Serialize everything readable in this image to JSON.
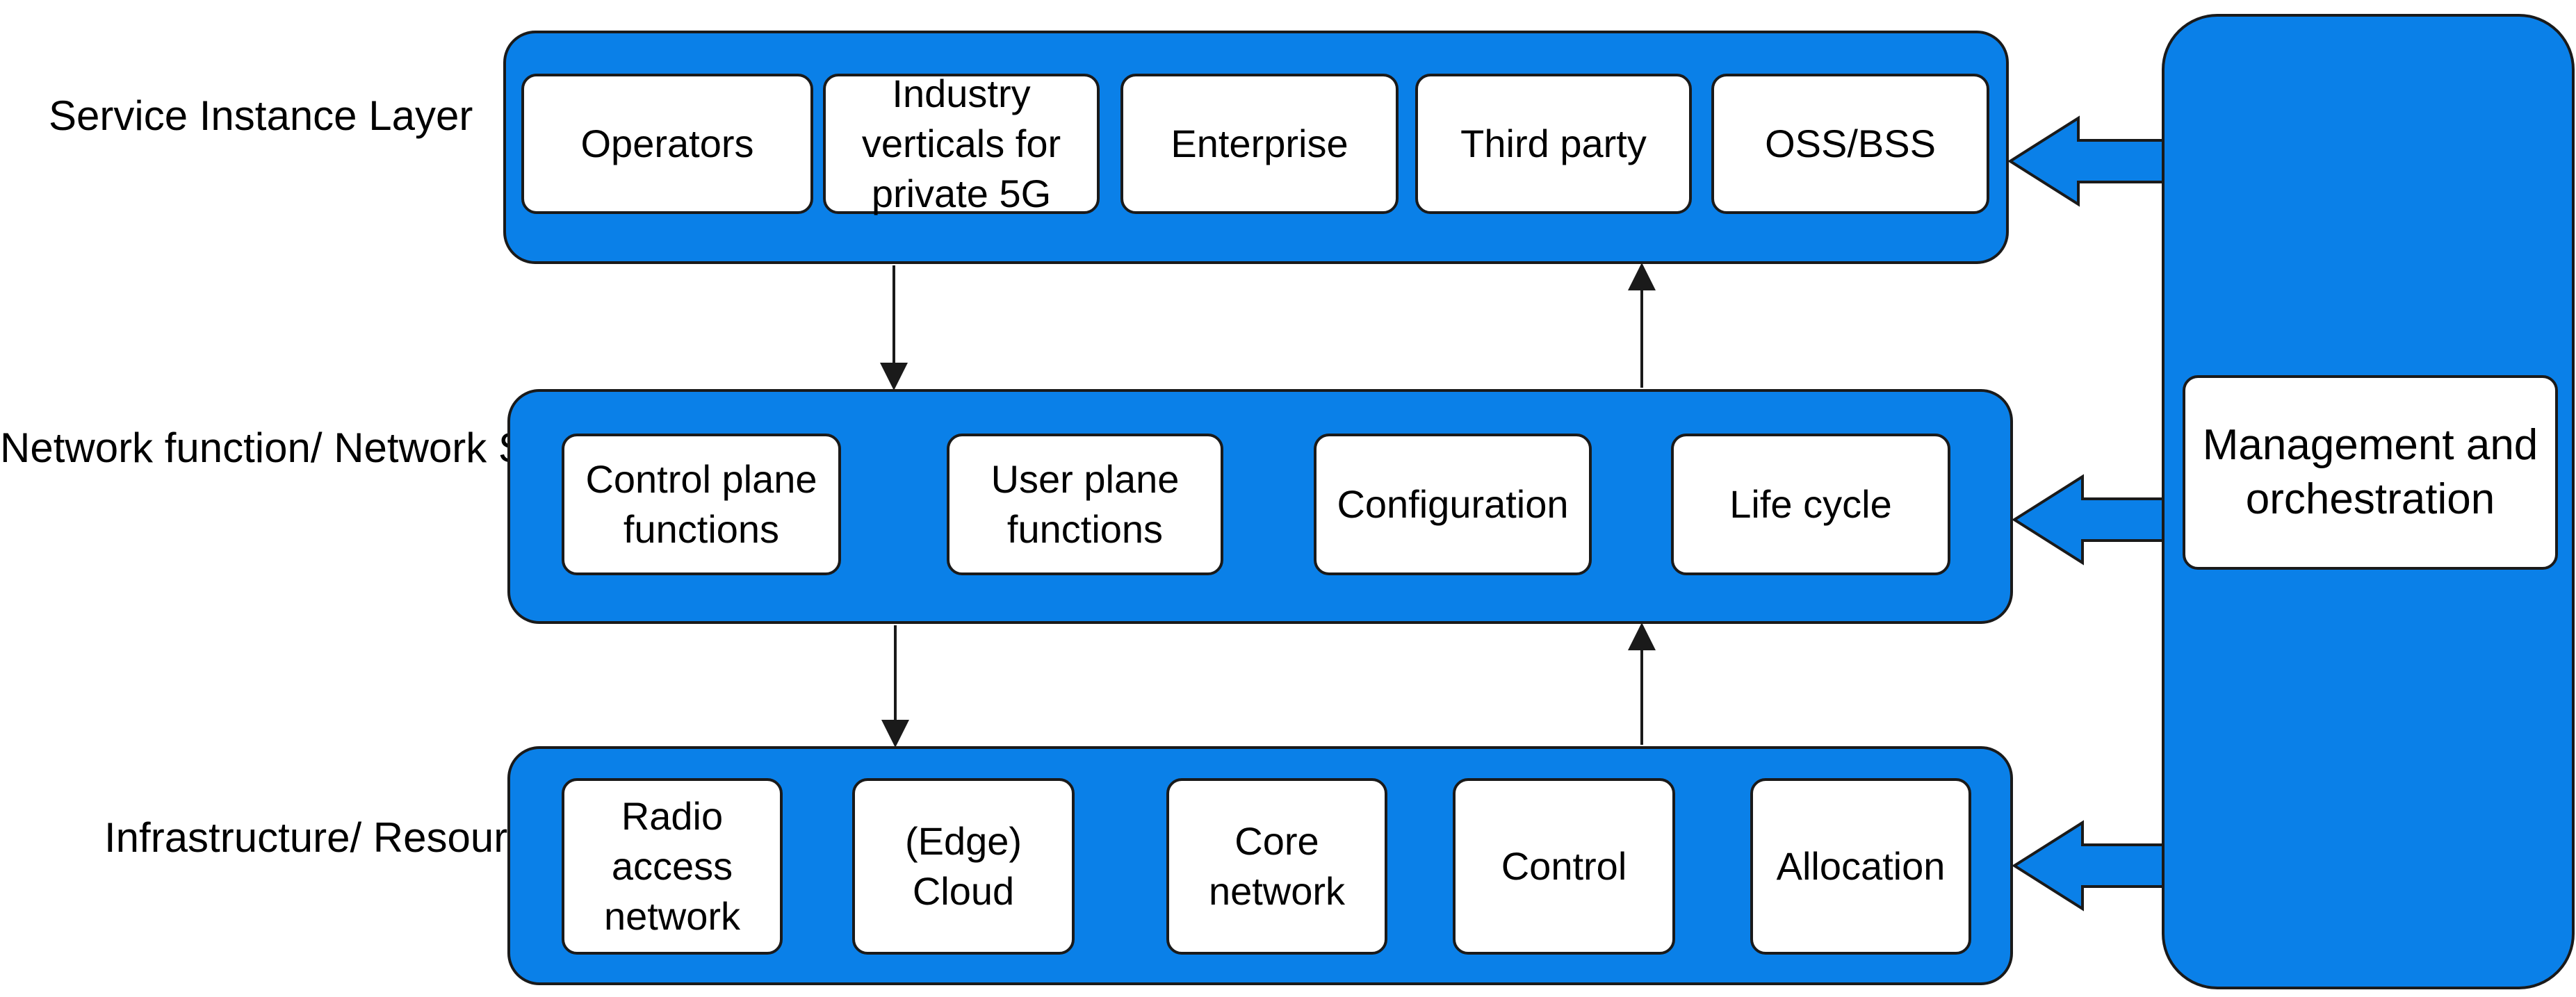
{
  "layers": [
    {
      "label": "Service Instance\nLayer",
      "boxes": [
        "Operators",
        "Industry\nverticals for\nprivate 5G",
        "Enterprise",
        "Third party",
        "OSS/BSS"
      ]
    },
    {
      "label": "Network function/\nNetwork Slice Instance\nLayer",
      "boxes": [
        "Control plane\nfunctions",
        "User plane\nfunctions",
        "Configuration",
        "Life cycle"
      ]
    },
    {
      "label": "Infrastructure/\nResource layer",
      "boxes": [
        "Radio\naccess\nnetwork",
        "(Edge)\nCloud",
        "Core\nnetwork",
        "Control",
        "Allocation"
      ]
    }
  ],
  "management": {
    "label": "Management and\norchestration"
  },
  "colors": {
    "panel_fill": "#0a80e8",
    "outline": "#1a1a1a",
    "box_fill": "#ffffff"
  }
}
